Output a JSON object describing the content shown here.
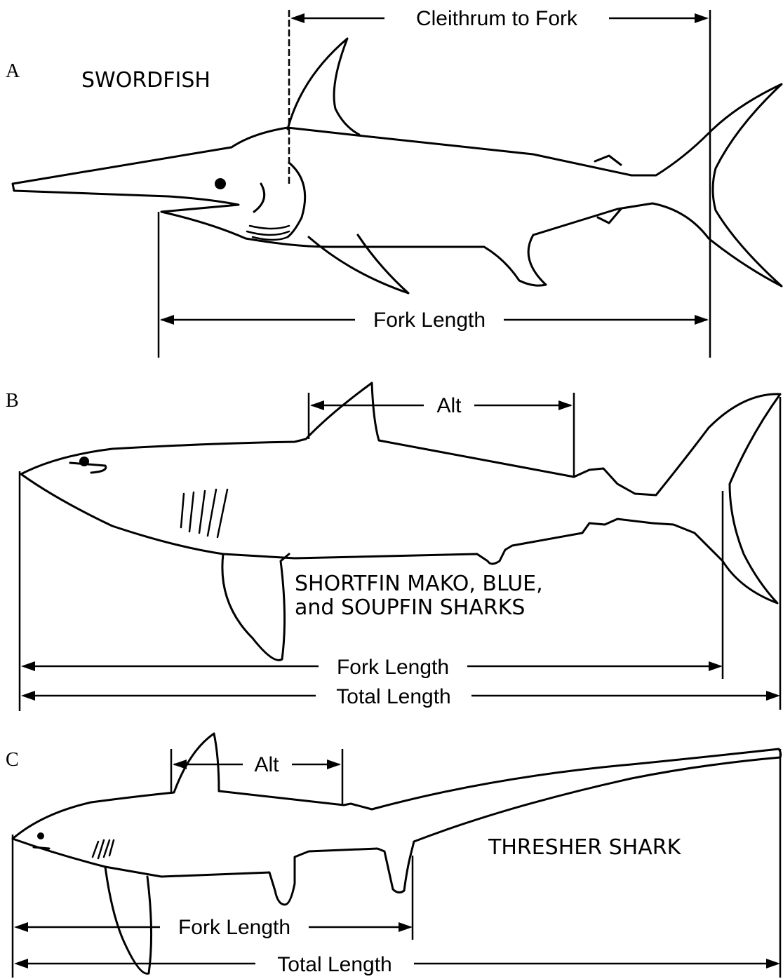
{
  "panels": [
    {
      "letter": "A",
      "species": "SWORDFISH",
      "measurements": {
        "cleithrum_to_fork": "Cleithrum to Fork",
        "fork_length": "Fork Length"
      }
    },
    {
      "letter": "B",
      "species_line1": "SHORTFIN MAKO, BLUE,",
      "species_line2": "and SOUPFIN SHARKS",
      "measurements": {
        "alt": "Alt",
        "fork_length": "Fork Length",
        "total_length": "Total Length"
      }
    },
    {
      "letter": "C",
      "species": "THRESHER SHARK",
      "measurements": {
        "alt": "Alt",
        "fork_length": "Fork Length",
        "total_length": "Total Length"
      }
    }
  ]
}
